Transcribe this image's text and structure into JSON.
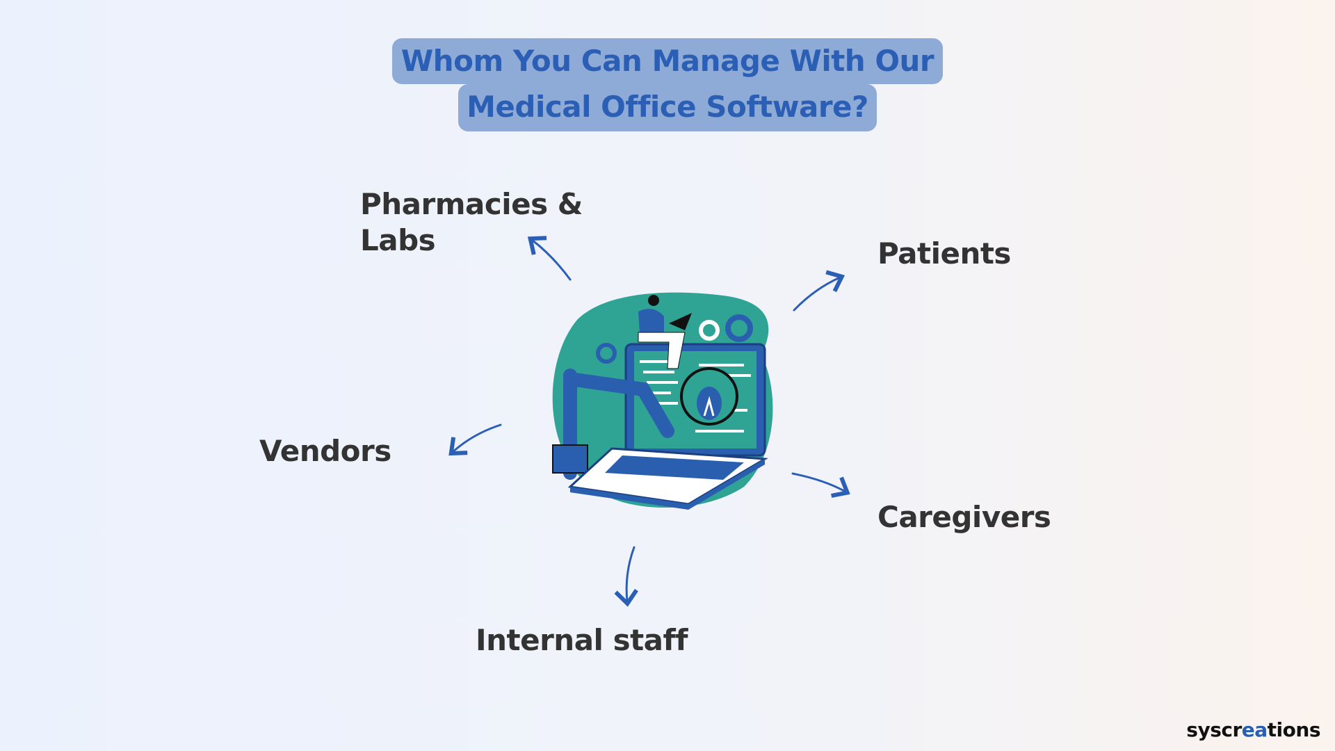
{
  "title": {
    "line1": "Whom You Can Manage With Our",
    "line2": "Medical Office Software?"
  },
  "labels": {
    "pharmacies_line1": "Pharmacies &",
    "pharmacies_line2": "Labs",
    "patients": "Patients",
    "vendors": "Vendors",
    "caregivers": "Caregivers",
    "internal_staff": "Internal staff"
  },
  "logo": {
    "part1": "syscr",
    "part2": "ea",
    "part3": "tions"
  },
  "colors": {
    "title_bg": "#8eaad6",
    "title_text": "#2b5fb5",
    "label_text": "#333333",
    "arrow": "#2b5fb5",
    "blob": "#2fa394",
    "illustration_blue": "#2a5fb0"
  }
}
